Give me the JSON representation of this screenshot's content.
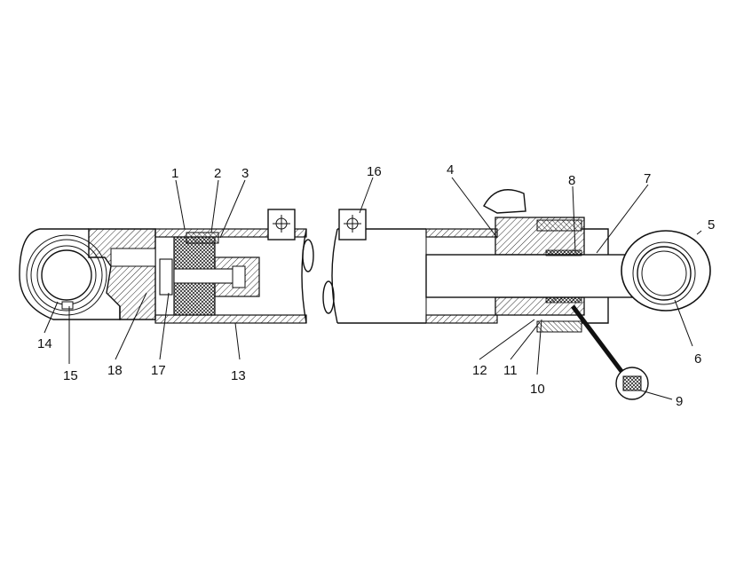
{
  "figure": {
    "callouts": [
      {
        "id": "c1",
        "label": "1"
      },
      {
        "id": "c2",
        "label": "2"
      },
      {
        "id": "c3",
        "label": "3"
      },
      {
        "id": "c4",
        "label": "4"
      },
      {
        "id": "c5",
        "label": "5"
      },
      {
        "id": "c6",
        "label": "6"
      },
      {
        "id": "c7",
        "label": "7"
      },
      {
        "id": "c8",
        "label": "8"
      },
      {
        "id": "c9",
        "label": "9"
      },
      {
        "id": "c10",
        "label": "10"
      },
      {
        "id": "c11",
        "label": "11"
      },
      {
        "id": "c12",
        "label": "12"
      },
      {
        "id": "c13",
        "label": "13"
      },
      {
        "id": "c14",
        "label": "14"
      },
      {
        "id": "c15",
        "label": "15"
      },
      {
        "id": "c16",
        "label": "16"
      },
      {
        "id": "c17",
        "label": "17"
      },
      {
        "id": "c18",
        "label": "18"
      }
    ]
  }
}
